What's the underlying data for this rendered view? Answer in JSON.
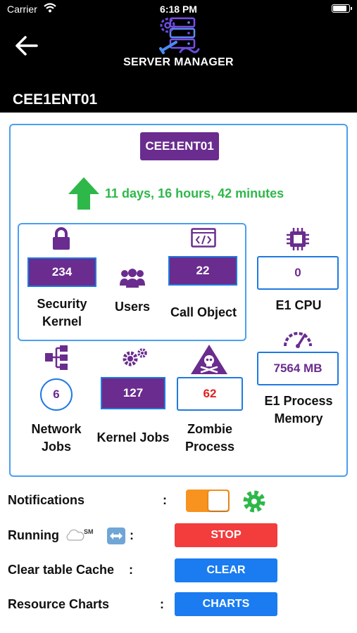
{
  "status_bar": {
    "carrier": "Carrier",
    "time": "6:18 PM"
  },
  "header": {
    "title": "SERVER MANAGER",
    "server_name": "CEE1ENT01"
  },
  "panel": {
    "server_badge": "CEE1ENT01",
    "uptime": "11 days, 16 hours, 42 minutes",
    "security_kernel": {
      "value": "234",
      "label": "Security Kernel"
    },
    "users": {
      "label": "Users"
    },
    "call_object": {
      "value": "22",
      "label": "Call Object"
    },
    "e1_cpu": {
      "value": "0",
      "label": "E1 CPU"
    },
    "e1_memory": {
      "value": "7564 MB",
      "label": "E1 Process Memory"
    },
    "network_jobs": {
      "value": "6",
      "label": "Network Jobs"
    },
    "kernel_jobs": {
      "value": "127",
      "label": "Kernel Jobs"
    },
    "zombie_process": {
      "value": "62",
      "label": "Zombie Process"
    }
  },
  "controls": {
    "notifications_label": "Notifications",
    "running_label": "Running",
    "sm_mark": "SM",
    "clear_cache_label": "Clear table Cache",
    "resource_charts_label": "Resource Charts",
    "colon": ":",
    "stop_label": "STOP",
    "clear_label": "CLEAR",
    "charts_label": "CHARTS"
  },
  "colors": {
    "purple": "#6a2c8e",
    "green": "#2eb84a",
    "blue": "#1a7cf0",
    "red": "#f33c3c",
    "orange": "#f7931e"
  },
  "icons": [
    "wifi-icon",
    "battery-icon",
    "back-arrow-icon",
    "server-logo-icon",
    "up-arrow-icon",
    "lock-icon",
    "users-icon",
    "code-icon",
    "cpu-chip-icon",
    "speedometer-icon",
    "network-icon",
    "gears-icon",
    "skull-warning-icon",
    "settings-gear-icon",
    "cloud-icon",
    "swap-arrows-icon"
  ]
}
